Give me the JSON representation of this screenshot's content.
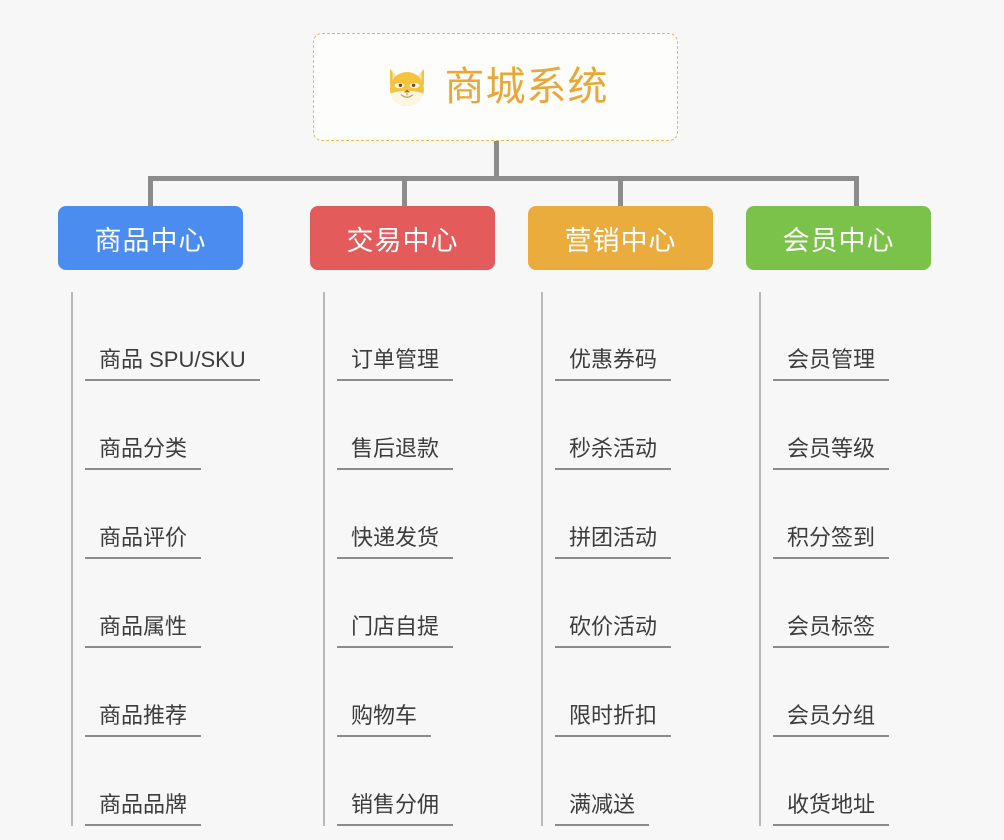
{
  "page": {
    "background_color": "#f7f7f7",
    "type": "mindmap"
  },
  "root": {
    "title": "商城系统",
    "icon": "shiba-dog-face-icon",
    "title_color": "#e8a838",
    "border_color": "#e9b955"
  },
  "branches": [
    {
      "label": "商品中心",
      "color": "#4a8cf0",
      "children": [
        "商品 SPU/SKU",
        "商品分类",
        "商品评价",
        "商品属性",
        "商品推荐",
        "商品品牌"
      ]
    },
    {
      "label": "交易中心",
      "color": "#e35b5b",
      "children": [
        "订单管理",
        "售后退款",
        "快递发货",
        "门店自提",
        "购物车",
        "销售分佣"
      ]
    },
    {
      "label": "营销中心",
      "color": "#eaac3c",
      "children": [
        "优惠券码",
        "秒杀活动",
        "拼团活动",
        "砍价活动",
        "限时折扣",
        "满减送"
      ]
    },
    {
      "label": "会员中心",
      "color": "#7bc24a",
      "children": [
        "会员管理",
        "会员等级",
        "积分签到",
        "会员标签",
        "会员分组",
        "收货地址"
      ]
    }
  ]
}
